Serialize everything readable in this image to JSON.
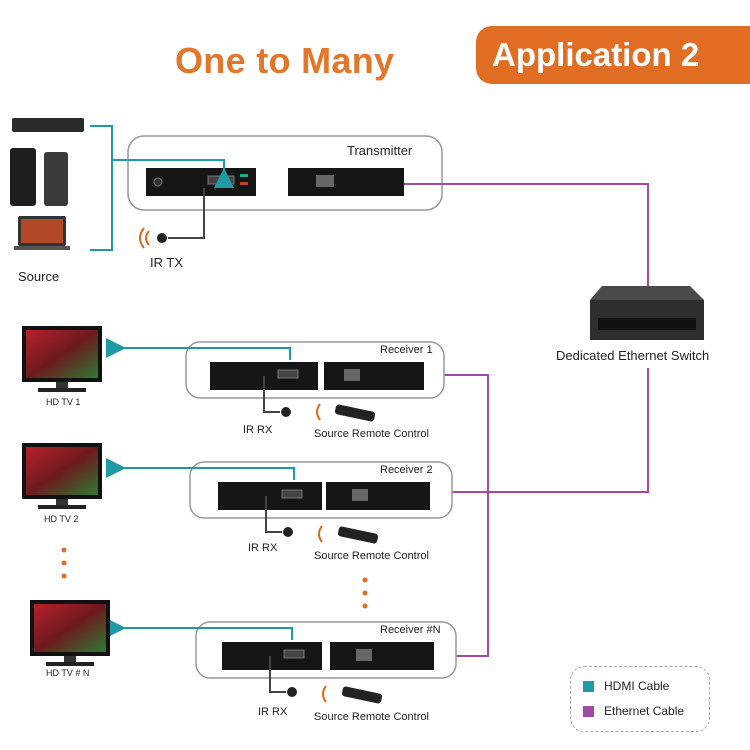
{
  "header": {
    "title": "One to Many",
    "banner": "Application 2"
  },
  "source": {
    "label": "Source"
  },
  "transmitter": {
    "label": "Transmitter",
    "ir_label": "IR TX"
  },
  "switch": {
    "label": "Dedicated Ethernet Switch"
  },
  "receivers": [
    {
      "label": "Receiver 1",
      "ir_label": "IR RX",
      "remote_label": "Source Remote Control",
      "tv_label": "HD TV 1"
    },
    {
      "label": "Receiver 2",
      "ir_label": "IR RX",
      "remote_label": "Source Remote Control",
      "tv_label": "HD TV 2"
    },
    {
      "label": "Receiver #N",
      "ir_label": "IR RX",
      "remote_label": "Source Remote Control",
      "tv_label": "HD TV # N"
    }
  ],
  "legend": {
    "items": [
      {
        "label": "HDMI Cable",
        "color": "#1f9aa6"
      },
      {
        "label": "Ethernet Cable",
        "color": "#a24aa8"
      }
    ]
  },
  "colors": {
    "hdmi": "#1f9aa6",
    "ethernet": "#a24aa8",
    "accent": "#e06d22"
  }
}
